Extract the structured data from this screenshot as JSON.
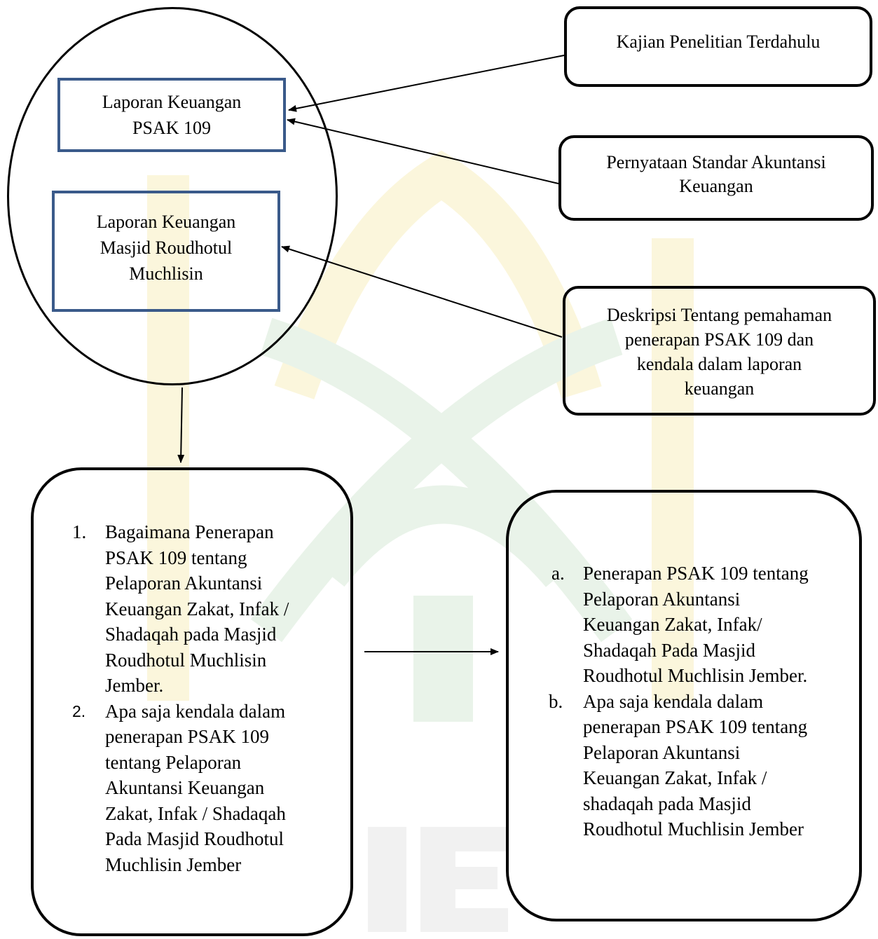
{
  "diagram": {
    "colors": {
      "line": "#000000",
      "inner_box_border": "#3a5a8a",
      "watermark_yellow": "#fbf6dc",
      "watermark_green": "#e9f3e9",
      "watermark_gray": "#f1f1f1"
    },
    "inner_boxes": [
      {
        "lines": [
          "Laporan Keuangan",
          "PSAK 109"
        ]
      },
      {
        "lines": [
          "Laporan Keuangan",
          "Masjid Roudhotul",
          "Muchlisin"
        ]
      }
    ],
    "source_boxes": [
      {
        "lines": [
          "Kajian Penelitian Terdahulu"
        ]
      },
      {
        "lines": [
          "Pernyataan Standar Akuntansi",
          "Keuangan"
        ]
      },
      {
        "lines": [
          "Deskripsi Tentang pemahaman",
          "penerapan PSAK 109 dan",
          "kendala dalam laporan",
          "keuangan"
        ]
      }
    ],
    "questions": [
      {
        "marker": "1.",
        "lines": [
          "Bagaimana Penerapan",
          "PSAK 109 tentang",
          "Pelaporan Akuntansi",
          "Keuangan Zakat, Infak /",
          "Shadaqah pada Masjid",
          "Roudhotul Muchlisin",
          "Jember."
        ]
      },
      {
        "marker": "2.",
        "lines": [
          "Apa saja kendala dalam",
          "penerapan PSAK 109",
          "tentang Pelaporan",
          "Akuntansi Keuangan",
          "Zakat, Infak / Shadaqah",
          "Pada Masjid Roudhotul",
          "Muchlisin Jember"
        ]
      }
    ],
    "results": [
      {
        "marker": "a.",
        "lines": [
          "Penerapan PSAK 109 tentang",
          "Pelaporan Akuntansi",
          "Keuangan Zakat, Infak/",
          "Shadaqah Pada Masjid",
          "Roudhotul Muchlisin Jember."
        ]
      },
      {
        "marker": "b.",
        "lines": [
          "Apa saja kendala dalam",
          "penerapan PSAK 109 tentang",
          "Pelaporan Akuntansi",
          "Keuangan Zakat, Infak /",
          "shadaqah pada Masjid",
          "Roudhotul Muchlisin Jember"
        ]
      }
    ]
  }
}
